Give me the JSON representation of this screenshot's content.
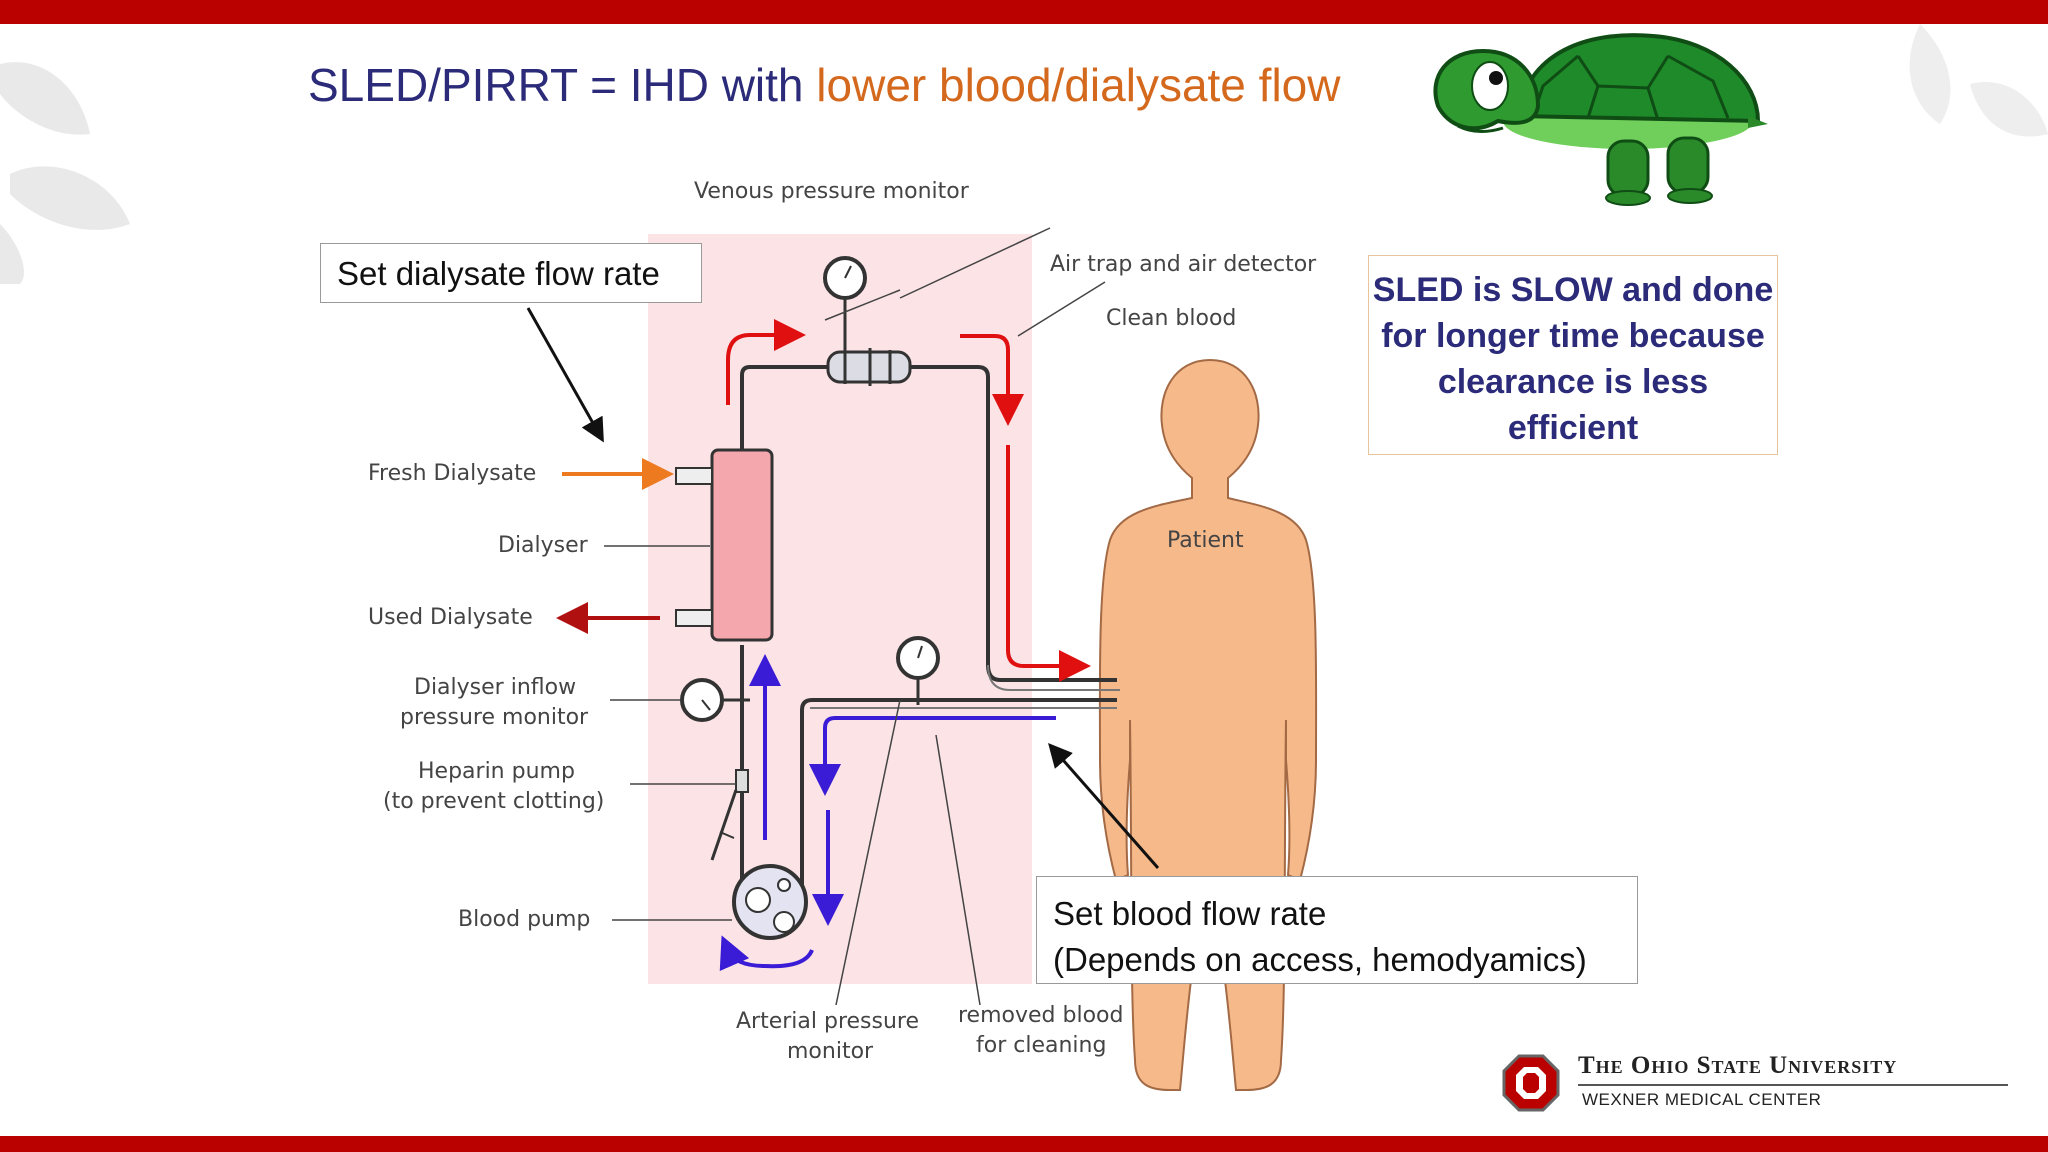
{
  "slide": {
    "title_part1": "SLED/PIRRT = IHD with ",
    "title_part2": "lower blood/dialysate flow",
    "callout_dialysate": "Set dialysate flow rate",
    "callout_blood_line1": "Set blood flow rate",
    "callout_blood_line2": "(Depends on access, hemodyamics)",
    "sled_note": "SLED is SLOW and done for longer time because clearance is less efficient"
  },
  "diagram": {
    "labels": {
      "venous_pressure_monitor": "Venous pressure monitor",
      "air_trap": "Air trap and air detector",
      "clean_blood": "Clean blood",
      "fresh_dialysate": "Fresh Dialysate",
      "dialyser": "Dialyser",
      "used_dialysate": "Used Dialysate",
      "dialyser_inflow_1": "Dialyser inflow",
      "dialyser_inflow_2": "pressure monitor",
      "heparin_1": "Heparin pump",
      "heparin_2": "(to prevent clotting)",
      "blood_pump": "Blood pump",
      "patient": "Patient",
      "arterial_1": "Arterial pressure",
      "arterial_2": "monitor",
      "removed_1": "removed blood",
      "removed_2": "for cleaning"
    }
  },
  "footer": {
    "university": "The Ohio State University",
    "center": "WEXNER MEDICAL CENTER"
  },
  "colors": {
    "accent_red": "#bb0000",
    "title_blue": "#2b2b7a",
    "title_orange": "#d4691e",
    "flow_red": "#e01010",
    "flow_blue": "#3a1bd6",
    "patient_skin": "#f5b98a",
    "machine_zone": "#fbe3e6"
  }
}
